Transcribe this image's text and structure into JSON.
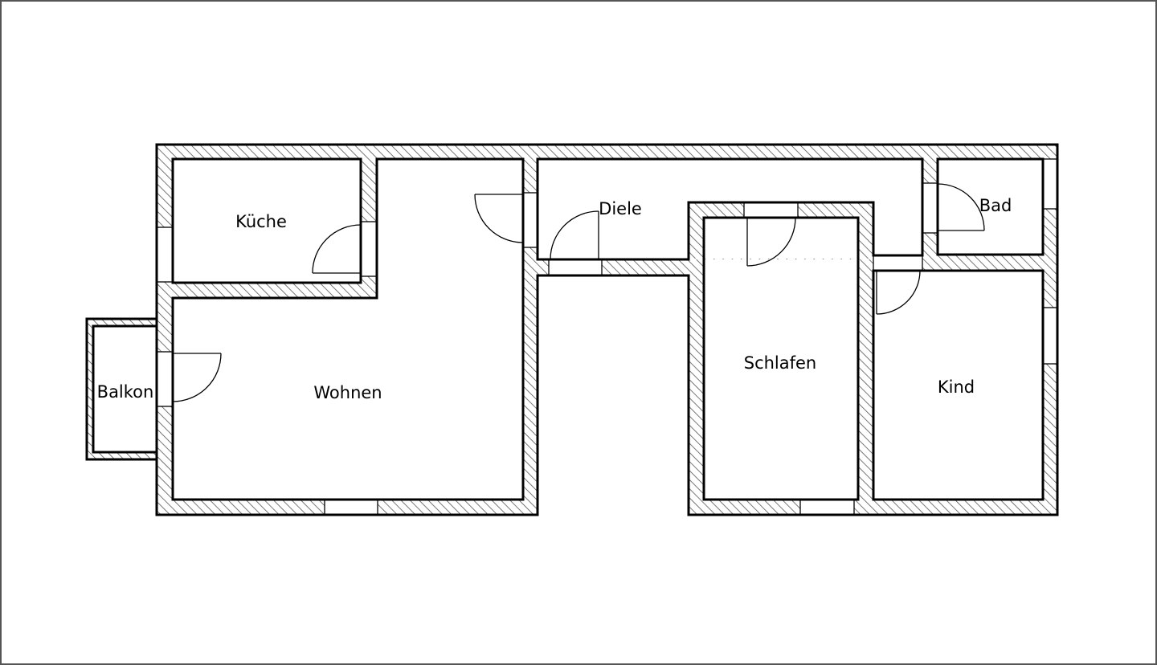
{
  "rooms": {
    "kueche": "Küche",
    "wohnen": "Wohnen",
    "balkon": "Balkon",
    "diele": "Diele",
    "schlafen": "Schlafen",
    "bad": "Bad",
    "kind": "Kind"
  },
  "colors": {
    "wall_line": "#000000",
    "hatch": "#555555",
    "background": "#ffffff"
  }
}
